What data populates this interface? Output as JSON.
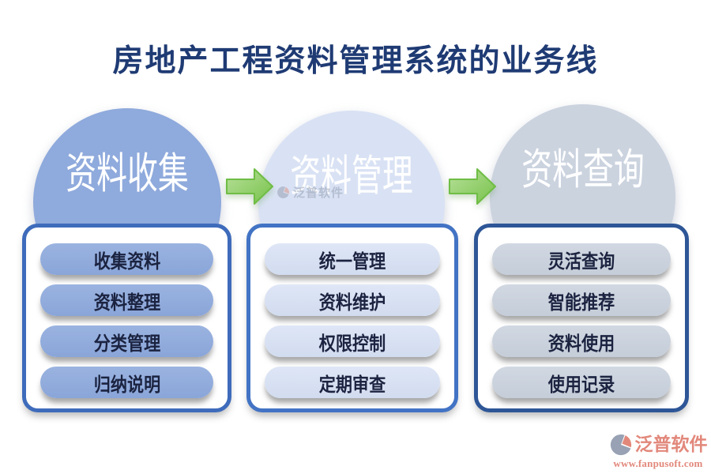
{
  "title": "房地产工程资料管理系统的业务线",
  "flow": {
    "connector": "right-arrow",
    "stages": [
      {
        "name": "资料收集",
        "items": [
          "收集资料",
          "资料整理",
          "分类管理",
          "归纳说明"
        ]
      },
      {
        "name": "资料管理",
        "items": [
          "统一管理",
          "资料维护",
          "权限控制",
          "定期审查"
        ]
      },
      {
        "name": "资料查询",
        "items": [
          "灵活查询",
          "智能推荐",
          "资料使用",
          "使用记录"
        ]
      }
    ]
  },
  "colors": {
    "title_navy": "#1F3B74",
    "stage1_fill": "#8FAADC",
    "stage1_border": "#3E6BBB",
    "stage2_fill": "#D9E2F4",
    "stage2_border": "#4273C4",
    "stage3_fill": "#CBD3DF",
    "stage3_border": "#2E5697",
    "pill_text": "#1B2340",
    "arrow_green": "#7CC24E",
    "brand_salmon": "#E2887B"
  },
  "watermark": {
    "brand": "泛普软件"
  },
  "footer": {
    "brand": "泛普软件",
    "url": "www.fanpusoft.com"
  }
}
